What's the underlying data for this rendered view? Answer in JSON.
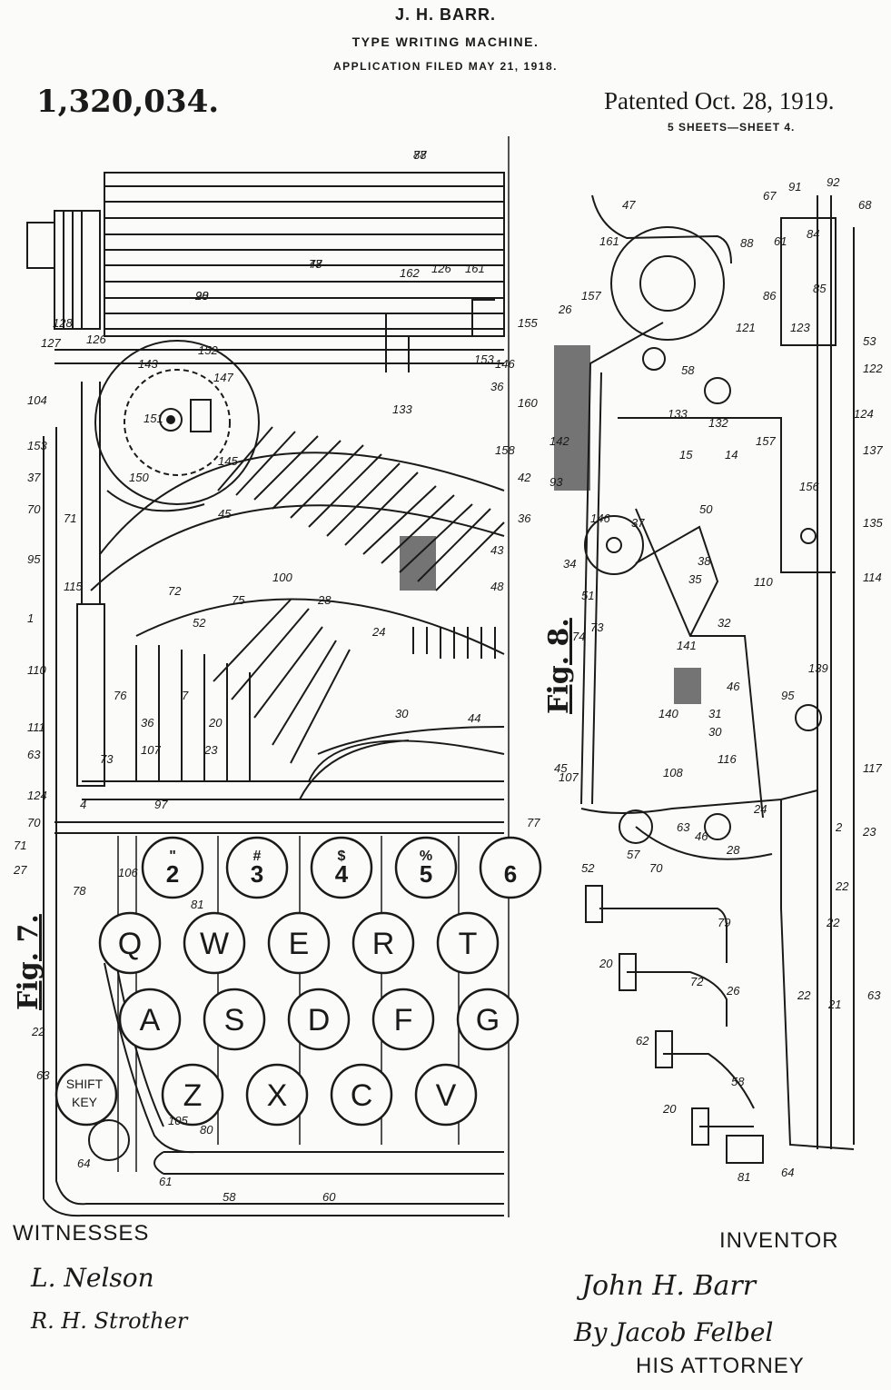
{
  "header": {
    "inventor": "J. H. BARR.",
    "title": "TYPE WRITING MACHINE.",
    "application_filed": "APPLICATION FILED MAY 21, 1918.",
    "patent_number": "1,320,034.",
    "patented": "Patented Oct. 28, 1919.",
    "sheets": "5 SHEETS—SHEET 4."
  },
  "figures": {
    "fig7": "Fig. 7.",
    "fig8": "Fig. 8."
  },
  "keyboard": {
    "number_row": [
      {
        "top": "\"",
        "main": "2"
      },
      {
        "top": "#",
        "main": "3"
      },
      {
        "top": "$",
        "main": "4"
      },
      {
        "top": "%",
        "main": "5"
      },
      {
        "top": "",
        "main": "6"
      }
    ],
    "row_q": [
      "Q",
      "W",
      "E",
      "R",
      "T"
    ],
    "row_a": [
      "A",
      "S",
      "D",
      "F",
      "G"
    ],
    "row_z": [
      "Z",
      "X",
      "C",
      "V"
    ],
    "shift_key": [
      "SHIFT",
      "KEY"
    ]
  },
  "reference_numerals": [
    "88",
    "47",
    "98",
    "162",
    "126",
    "161",
    "155",
    "128",
    "127",
    "126",
    "153",
    "104",
    "143",
    "152",
    "147",
    "151",
    "150",
    "145",
    "146",
    "36",
    "160",
    "158",
    "133",
    "153",
    "37",
    "70",
    "71",
    "95",
    "115",
    "1",
    "110",
    "111",
    "72",
    "52",
    "100",
    "75",
    "28",
    "45",
    "42",
    "43",
    "36",
    "48",
    "7",
    "36",
    "20",
    "23",
    "24",
    "30",
    "44",
    "76",
    "73",
    "107",
    "63",
    "124",
    "70",
    "71",
    "27",
    "4",
    "97",
    "78",
    "106",
    "81",
    "22",
    "63",
    "64",
    "105",
    "80",
    "61",
    "58",
    "60",
    "77",
    "26",
    "157",
    "161",
    "47",
    "88",
    "67",
    "91",
    "92",
    "68",
    "61",
    "84",
    "85",
    "86",
    "123",
    "122",
    "121",
    "124",
    "53",
    "58",
    "133",
    "132",
    "14",
    "15",
    "50",
    "157",
    "156",
    "135",
    "137",
    "142",
    "93",
    "146",
    "37",
    "38",
    "35",
    "34",
    "51",
    "74",
    "73",
    "45",
    "32",
    "46",
    "110",
    "114",
    "95",
    "139",
    "141",
    "140",
    "31",
    "30",
    "116",
    "117",
    "107",
    "52",
    "108",
    "46",
    "28",
    "24",
    "2",
    "23",
    "63",
    "57",
    "70",
    "79",
    "72",
    "26",
    "20",
    "62",
    "20",
    "22",
    "22",
    "22",
    "21",
    "63",
    "81",
    "64",
    "58",
    "77",
    "78",
    "20"
  ],
  "signatures": {
    "witnesses_label": "WITNESSES",
    "witness_1": "L. Nelson",
    "witness_2": "R. H. Strother",
    "inventor_label": "INVENTOR",
    "inventor_signature": "John H. Barr",
    "attorney_signature": "By Jacob Felbel",
    "attorney_label": "HIS ATTORNEY"
  }
}
